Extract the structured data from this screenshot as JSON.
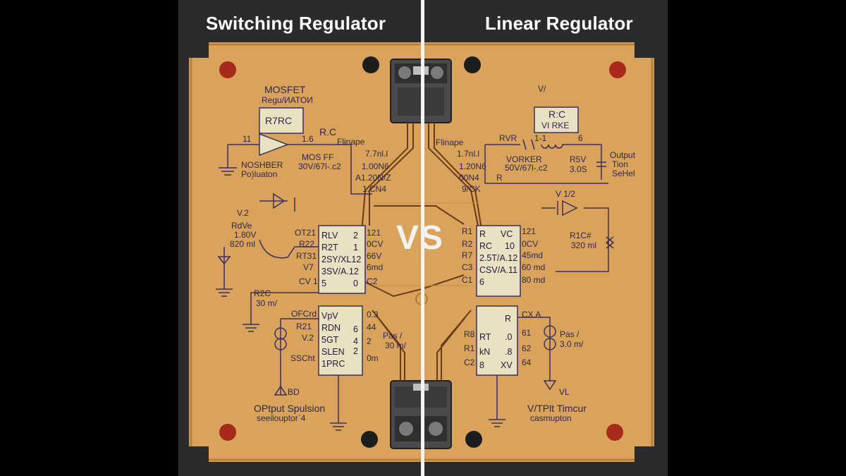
{
  "header": {
    "left_title": "Switching Regulator",
    "right_title": "Linear Regulator",
    "center_label": "VS"
  },
  "colors": {
    "background": "#000000",
    "panel": "#2b2b2b",
    "board": "#d9a35b",
    "board_edge": "#b98039",
    "ink": "#3a2f5e",
    "trace": "#6a3b18",
    "hole_red": "#a82a1a",
    "divider": "#f4f4f4"
  },
  "left_board": {
    "top_labels": [
      "MOSFET",
      "Regu/ИATOИ",
      "R7RC",
      "11",
      "1.6",
      "R.C",
      "Flinape",
      "MOS FF",
      "30V/67l-.c2",
      "NOSHBER",
      "Po)luaton",
      "7.7nl.l",
      "1.00N6",
      "A1.20N/Z",
      "1.CN4"
    ],
    "mid_labels": [
      "V.2",
      "RdVe",
      "1.80V",
      "820 ml",
      "R2C",
      "30 m/"
    ],
    "chip1": {
      "pins_left": [
        "OT21",
        "R22",
        "RT31",
        "V7",
        "CV 1"
      ],
      "rows": [
        "RLV",
        "R2T",
        "2SY/XL12",
        "3SV/A.12",
        "5"
      ],
      "nums": [
        "2",
        "1",
        "",
        "",
        "0"
      ],
      "pins_right": [
        "121",
        "0CV",
        "66V",
        "6md",
        "C2"
      ]
    },
    "chip2": {
      "pins_left": [
        "OFCrd",
        "R21",
        "V.2",
        "SSCht"
      ],
      "rows": [
        "VpV",
        "RDN",
        "5GT",
        "SLEN",
        "1PRC"
      ],
      "nums": [
        "",
        "6",
        "4",
        "2",
        ""
      ],
      "pins_right": [
        "0.3",
        "44",
        "2",
        "",
        "0m"
      ]
    },
    "bottom_labels": [
      "BD",
      "OPtput Spulsion",
      "seeilouptor`4",
      "Pas /",
      "30 m/"
    ]
  },
  "right_board": {
    "top_labels": [
      "V/",
      "R:C",
      "VI RKE",
      "Flinape",
      "RVR",
      "1-1",
      "6",
      "VORKER",
      "50V/67l-.c2",
      "R5V",
      "3.0S",
      "Output",
      "Tion",
      "SeHel",
      "1.7nl.l",
      "1.20N6",
      "00N4",
      "9/CK",
      "R"
    ],
    "mid_labels": [
      "V 1/2",
      "R1C#",
      "320 ml"
    ],
    "chip1": {
      "pins_left": [
        "R1",
        "R2",
        "R7",
        "C3",
        "C1"
      ],
      "rows": [
        "R",
        "RC",
        "2.5T/A.12",
        "CSV/A.11",
        "6"
      ],
      "nums": [
        "VC",
        "10",
        "",
        "",
        ""
      ],
      "pins_right": [
        "121",
        "0CV",
        "45md",
        "60 md",
        "80 md"
      ]
    },
    "chip2": {
      "pins_left": [
        "R8",
        "R1",
        "C2"
      ],
      "rows": [
        "RT",
        "kN",
        "8"
      ],
      "nums": [
        "R",
        ".0",
        ".8",
        "XV"
      ],
      "pins_right": [
        "CX A",
        "61",
        "62",
        "64"
      ]
    },
    "bottom_labels": [
      "VL",
      "V/TPlt Timcur",
      "casmupton",
      "Pas /",
      "3.0 m/"
    ]
  }
}
